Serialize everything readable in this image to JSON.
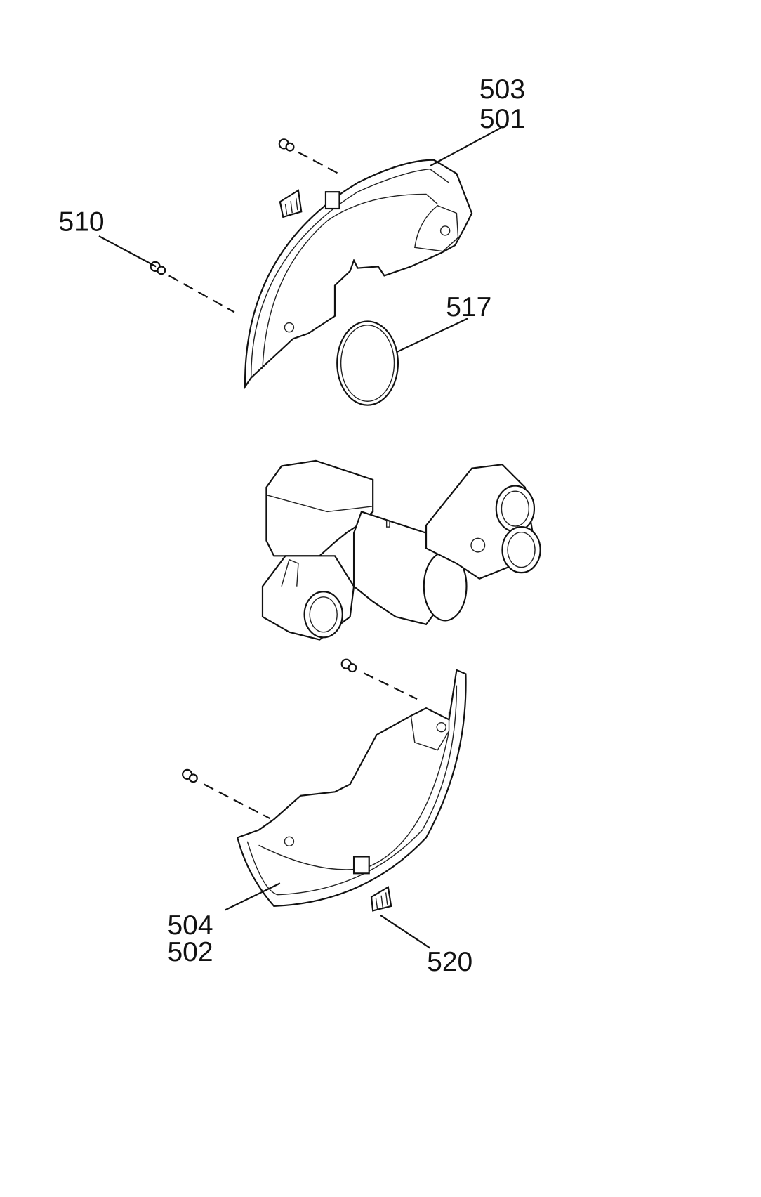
{
  "figure": {
    "labels": {
      "l503": "503",
      "l501": "501",
      "l510": "510",
      "l517": "517",
      "l504": "504",
      "l502": "502",
      "l520": "520"
    },
    "colors": {
      "ink": "#111111",
      "background": "#ffffff"
    }
  }
}
